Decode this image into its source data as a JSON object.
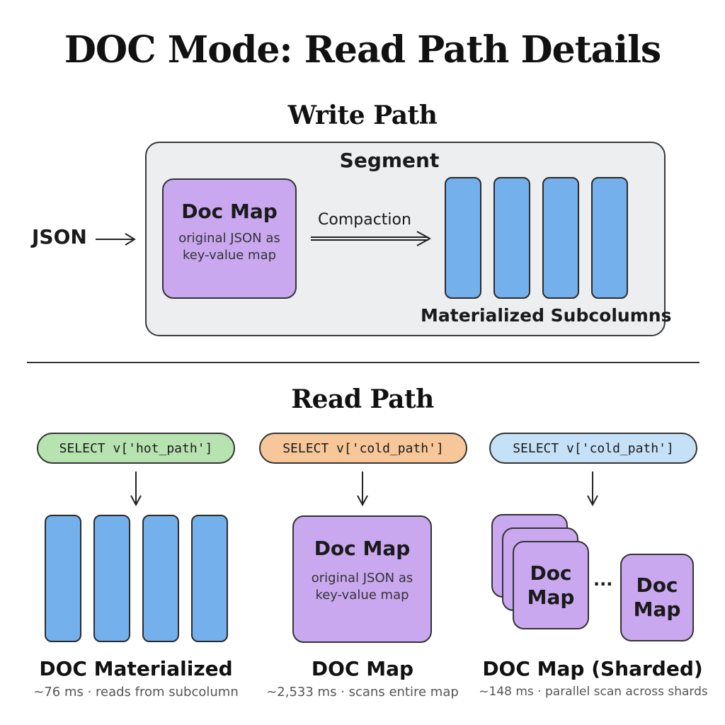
{
  "title": "DOC Mode: Read Path Details",
  "write_path": {
    "heading": "Write Path",
    "segment_label": "Segment",
    "input_label": "JSON",
    "doc_map": {
      "title": "Doc Map",
      "subtitle": "original JSON as key-value map"
    },
    "arrow_label": "Compaction",
    "subcolumns_label": "Materialized Subcolumns"
  },
  "read_path": {
    "heading": "Read Path",
    "columns": [
      {
        "query": "SELECT v['hot_path']",
        "pill_color": "#b7e3b1",
        "caption": "DOC Materialized",
        "detail": "~76 ms · reads from subcolumn"
      },
      {
        "query": "SELECT v['cold_path']",
        "pill_color": "#f7c79a",
        "caption": "DOC Map",
        "detail": "~2,533 ms · scans entire map",
        "doc_map": {
          "title": "Doc Map",
          "subtitle": "original JSON as key-value map"
        }
      },
      {
        "query": "SELECT v['cold_path']",
        "pill_color": "#c5e1f7",
        "caption": "DOC Map (Sharded)",
        "detail": "~148 ms · parallel scan across shards",
        "shard_label": "Doc Map",
        "ellipsis": "..."
      }
    ]
  },
  "colors": {
    "doc_map_fill": "#c9a8f0",
    "subcolumn_fill": "#73b0ec",
    "segment_fill": "#eceef0"
  }
}
